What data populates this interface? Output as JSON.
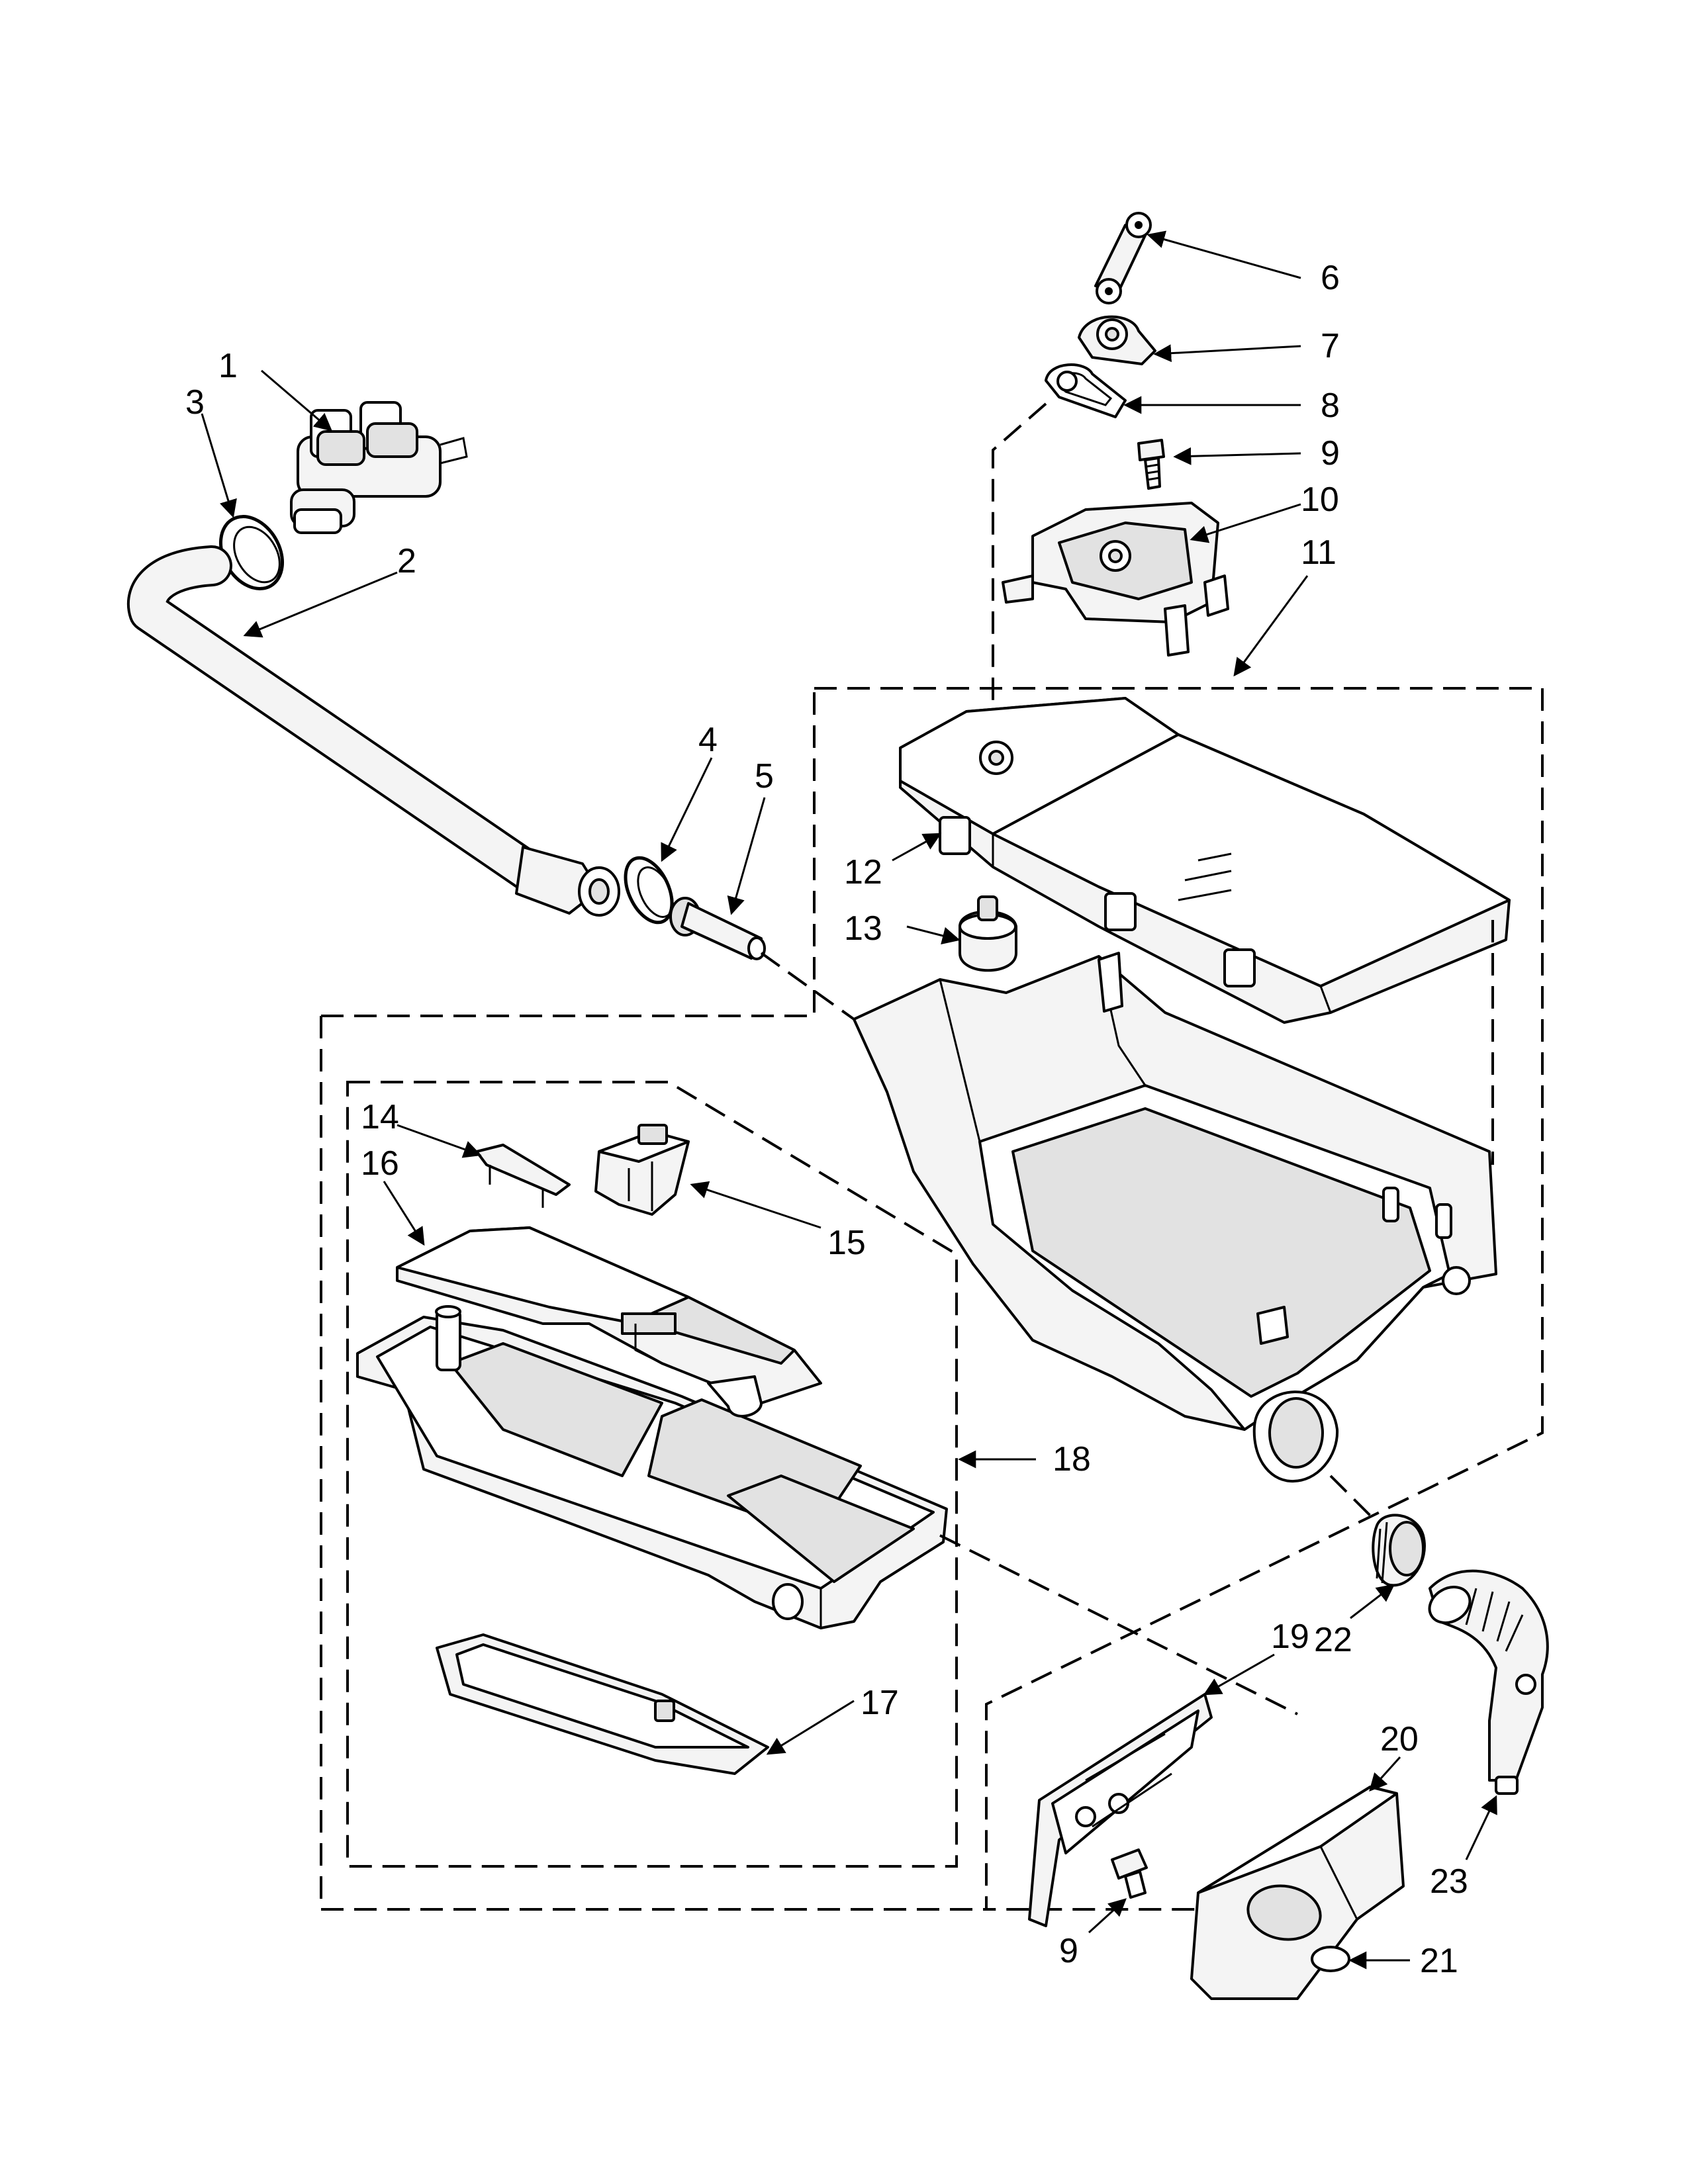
{
  "callouts": [
    {
      "id": "1",
      "label": "1"
    },
    {
      "id": "2",
      "label": "2"
    },
    {
      "id": "3",
      "label": "3"
    },
    {
      "id": "4",
      "label": "4"
    },
    {
      "id": "5",
      "label": "5"
    },
    {
      "id": "6",
      "label": "6"
    },
    {
      "id": "7",
      "label": "7"
    },
    {
      "id": "8",
      "label": "8"
    },
    {
      "id": "9a",
      "label": "9"
    },
    {
      "id": "10",
      "label": "10"
    },
    {
      "id": "11",
      "label": "11"
    },
    {
      "id": "12",
      "label": "12"
    },
    {
      "id": "13",
      "label": "13"
    },
    {
      "id": "14",
      "label": "14"
    },
    {
      "id": "15",
      "label": "15"
    },
    {
      "id": "16",
      "label": "16"
    },
    {
      "id": "17",
      "label": "17"
    },
    {
      "id": "18",
      "label": "18"
    },
    {
      "id": "19",
      "label": "19"
    },
    {
      "id": "20",
      "label": "20"
    },
    {
      "id": "21",
      "label": "21"
    },
    {
      "id": "22",
      "label": "22"
    },
    {
      "id": "23",
      "label": "23"
    },
    {
      "id": "9b",
      "label": "9"
    }
  ]
}
